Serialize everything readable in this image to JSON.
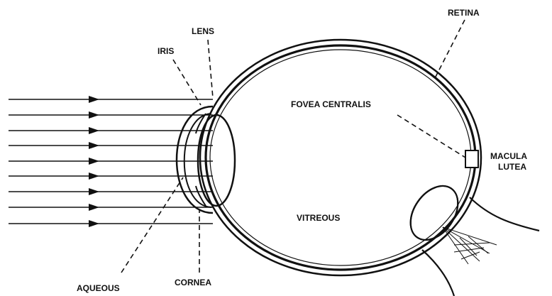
{
  "labels": {
    "retina": "RETINA",
    "lens": "LENS",
    "iris": "IRIS",
    "fovea_centralis": "FOVEA CENTRALIS",
    "macula_line1": "MACULA",
    "macula_line2": "LUTEA",
    "vitreous": "VITREOUS",
    "aqueous": "AQUEOUS",
    "cornea": "CORNEA"
  },
  "colors": {
    "ink": "#111111",
    "background": "#ffffff"
  }
}
